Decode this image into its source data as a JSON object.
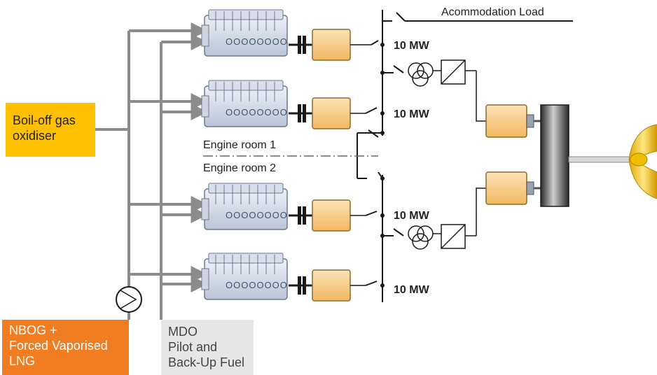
{
  "labels": {
    "accommodation_load": "Acommodation Load",
    "engine_room_1": "Engine room 1",
    "engine_room_2": "Engine room 2",
    "power": [
      "10 MW",
      "10 MW",
      "10 MW",
      "10 MW"
    ]
  },
  "boxes": {
    "boiloff": {
      "lines": [
        "Boil-off gas",
        "oxidiser"
      ],
      "color": "#ffc000"
    },
    "nbog": {
      "lines": [
        "NBOG +",
        "Forced Vaporised",
        "LNG"
      ],
      "color": "#f07d22"
    },
    "mdo": {
      "lines": [
        "MDO",
        "Pilot and",
        "Back-Up Fuel"
      ],
      "color": "#e6e6e6"
    }
  },
  "colors": {
    "pipe": "#8c8c8c",
    "bus": "#1a1a1a",
    "engine": "#dce3ee",
    "generator": "#f9d49a",
    "motor": "#f9d49a",
    "propeller": "#f2c200",
    "shaft_drum": "#5a5a5a"
  }
}
